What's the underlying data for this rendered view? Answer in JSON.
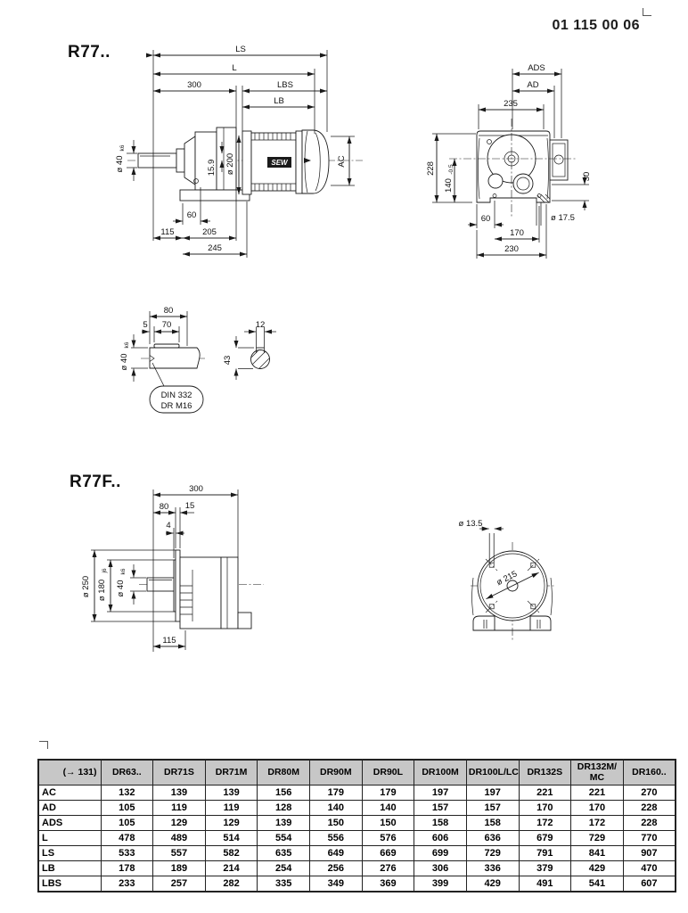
{
  "header": {
    "doc_number": "01 115 00 06"
  },
  "r77_side": {
    "title": "R77..",
    "ls": "LS",
    "l": "L",
    "d300": "300",
    "lbs": "LBS",
    "lb": "LB",
    "shaft_dia": "ø 40",
    "shaft_dia_tol": "k6",
    "key_height": "15.9",
    "flange_dia": "ø 200",
    "ac": "AC",
    "logo": "SEW",
    "d60": "60",
    "d115": "115",
    "d205": "205",
    "d245": "245"
  },
  "r77_front": {
    "ads": "ADS",
    "ad": "AD",
    "d235": "235",
    "d228": "228",
    "d140": "140",
    "d140_tol": "-0.5",
    "d30": "30",
    "d60": "60",
    "d170": "170",
    "d230": "230",
    "foot_hole_dia": "ø 17.5"
  },
  "shaft_detail": {
    "d80": "80",
    "d5": "5",
    "d70": "70",
    "dia": "ø 40",
    "dia_tol": "k6",
    "note_line1": "DIN 332",
    "note_line2": "DR M16",
    "d12": "12",
    "d43": "43"
  },
  "r77f_side": {
    "title": "R77F..",
    "d300": "300",
    "d80": "80",
    "d15": "15",
    "d4": "4",
    "dia250": "ø 250",
    "dia180": "ø 180",
    "dia180_tol": "j6",
    "dia40": "ø 40",
    "dia40_tol": "k6",
    "d115": "115"
  },
  "r77f_front": {
    "hole_dia": "ø 13.5",
    "bolt_circle_dia": "ø 215"
  },
  "table": {
    "header": [
      "(→  131)",
      "DR63..",
      "DR71S",
      "DR71M",
      "DR80M",
      "DR90M",
      "DR90L",
      "DR100M",
      "DR100L/LC",
      "DR132S",
      "DR132M/\nMC",
      "DR160.."
    ],
    "rows": [
      {
        "label": "AC",
        "values": [
          132,
          139,
          139,
          156,
          179,
          179,
          197,
          197,
          221,
          221,
          270
        ]
      },
      {
        "label": "AD",
        "values": [
          105,
          119,
          119,
          128,
          140,
          140,
          157,
          157,
          170,
          170,
          228
        ]
      },
      {
        "label": "ADS",
        "values": [
          105,
          129,
          129,
          139,
          150,
          150,
          158,
          158,
          172,
          172,
          228
        ]
      },
      {
        "label": "L",
        "values": [
          478,
          489,
          514,
          554,
          556,
          576,
          606,
          636,
          679,
          729,
          770
        ]
      },
      {
        "label": "LS",
        "values": [
          533,
          557,
          582,
          635,
          649,
          669,
          699,
          729,
          791,
          841,
          907
        ]
      },
      {
        "label": "LB",
        "values": [
          178,
          189,
          214,
          254,
          256,
          276,
          306,
          336,
          379,
          429,
          470
        ]
      },
      {
        "label": "LBS",
        "values": [
          233,
          257,
          282,
          335,
          349,
          369,
          399,
          429,
          491,
          541,
          607
        ]
      }
    ]
  }
}
